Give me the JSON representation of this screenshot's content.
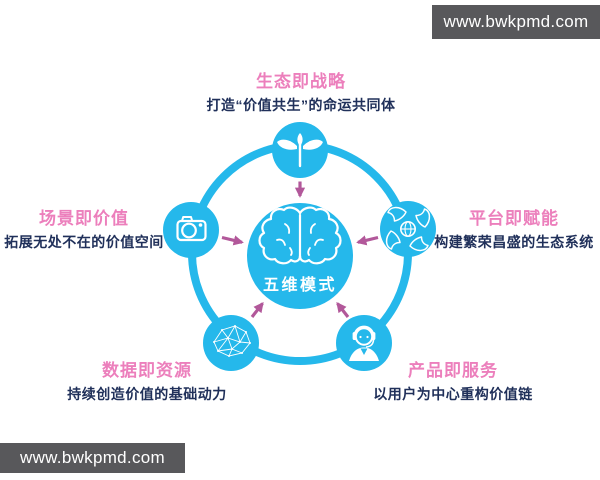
{
  "watermark_top": {
    "text": "www.bwkpmd.com"
  },
  "watermark_bottom": {
    "text": "www.bwkpmd.com"
  },
  "center": {
    "label": "五维模式",
    "icon": "brain-icon"
  },
  "nodes": [
    {
      "id": "ecosystem",
      "position": "top",
      "icon": "sprout-icon",
      "title": "生态即战略",
      "subtitle": "打造“价值共生”的命运共同体"
    },
    {
      "id": "scene",
      "position": "left",
      "icon": "camera-icon",
      "title": "场景即价值",
      "subtitle": "拓展无处不在的价值空间"
    },
    {
      "id": "platform",
      "position": "right",
      "icon": "globe-icon",
      "title": "平台即赋能",
      "subtitle": "构建繁荣昌盛的生态系统"
    },
    {
      "id": "data",
      "position": "bottom-left",
      "icon": "mesh-icon",
      "title": "数据即资源",
      "subtitle": "持续创造价值的基础动力"
    },
    {
      "id": "product",
      "position": "bottom-right",
      "icon": "headset-icon",
      "title": "产品即服务",
      "subtitle": "以用户为中心重构价值链"
    }
  ],
  "colors": {
    "cyan": "#25b8eb",
    "title_pink": "#ec7fbc",
    "subtitle_navy": "#20305a",
    "arrow_magenta": "#b2589a",
    "bar_background": "#58585b",
    "bar_text": "#ffffff"
  }
}
